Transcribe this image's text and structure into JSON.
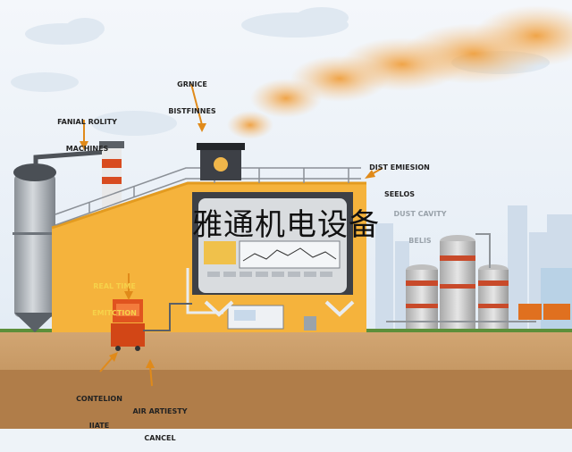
{
  "labels": {
    "top_center": [
      "GRNICE",
      "BISTFINNES"
    ],
    "left_top": [
      "FANIAL ROLITY",
      "MACHINES"
    ],
    "right_top": [
      "DIST EMIESION",
      "SEELOS"
    ],
    "right_mid": [
      "DUST CAVITY",
      "BELIS"
    ],
    "left_mid": [
      "REAL TIME",
      "EMITCTION"
    ],
    "bottom_left": [
      "CONTELION",
      "IIATE"
    ],
    "bottom_mid": [
      "AIR ARTIESTY",
      "CANCEL"
    ]
  },
  "watermark": "雅通机电设备",
  "colors": {
    "sky": "#eef3f8",
    "building": "#f5b33c",
    "ground": "#c99a66",
    "smoke": "#f2a54c",
    "control_unit": "#e0531f",
    "tank": "#c7c7c7"
  }
}
